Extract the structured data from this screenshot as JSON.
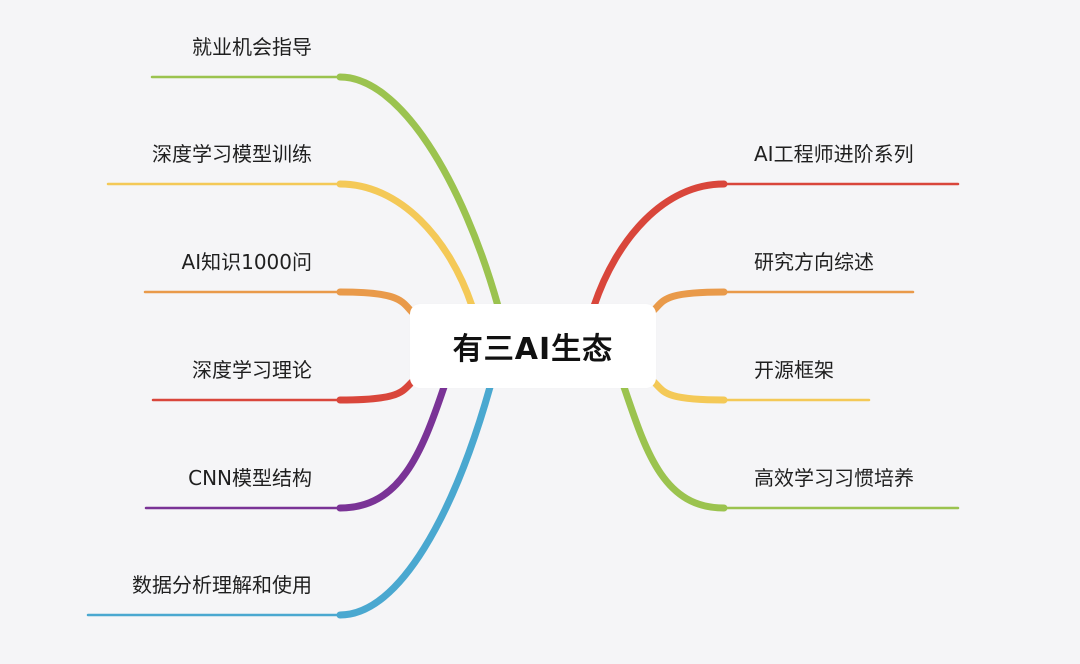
{
  "root": {
    "label": "有三AI生态"
  },
  "left_branches": [
    {
      "label": "就业机会指导",
      "color": "#9bc34f"
    },
    {
      "label": "深度学习模型训练",
      "color": "#f4c957"
    },
    {
      "label": "AI知识1000问",
      "color": "#e99a4a"
    },
    {
      "label": "深度学习理论",
      "color": "#d9463b"
    },
    {
      "label": "CNN模型结构",
      "color": "#7a3396"
    },
    {
      "label": "数据分析理解和使用",
      "color": "#4aa8d0"
    }
  ],
  "right_branches": [
    {
      "label": "AI工程师进阶系列",
      "color": "#d9463b"
    },
    {
      "label": "研究方向综述",
      "color": "#e99a4a"
    },
    {
      "label": "开源框架",
      "color": "#f4c957"
    },
    {
      "label": "高效学习习惯培养",
      "color": "#9bc34f"
    }
  ]
}
